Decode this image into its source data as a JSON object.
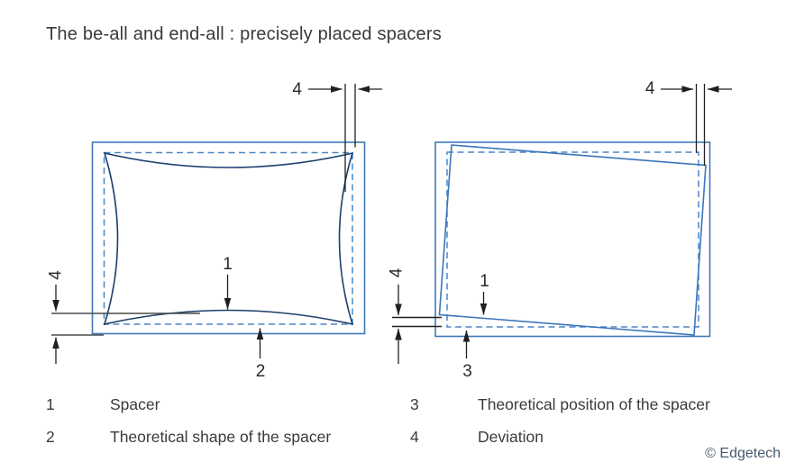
{
  "title": "The be-all and end-all : precisely placed spacers",
  "colors": {
    "frame_blue": "#3e79bb",
    "dashed_blue": "#4a86c6",
    "spacer_navy": "#1c3f6e",
    "dimension_black": "#1f1f1f",
    "reference_grey": "#4a4a4a",
    "text_dark": "#3b3b3b",
    "copyright_slate": "#47586d"
  },
  "diagrams": {
    "left": {
      "top_deviation_label": "4",
      "side_deviation_label": "4",
      "spacer_callout": "1",
      "shape_callout": "2"
    },
    "right": {
      "top_deviation_label": "4",
      "side_deviation_label": "4",
      "spacer_callout": "1",
      "position_callout": "3"
    }
  },
  "legend": {
    "left_column": [
      {
        "number": "1",
        "label": "Spacer"
      },
      {
        "number": "2",
        "label": "Theoretical shape of the spacer"
      }
    ],
    "right_column": [
      {
        "number": "3",
        "label": "Theoretical position of the spacer"
      },
      {
        "number": "4",
        "label": "Deviation"
      }
    ]
  },
  "copyright": "© Edgetech"
}
